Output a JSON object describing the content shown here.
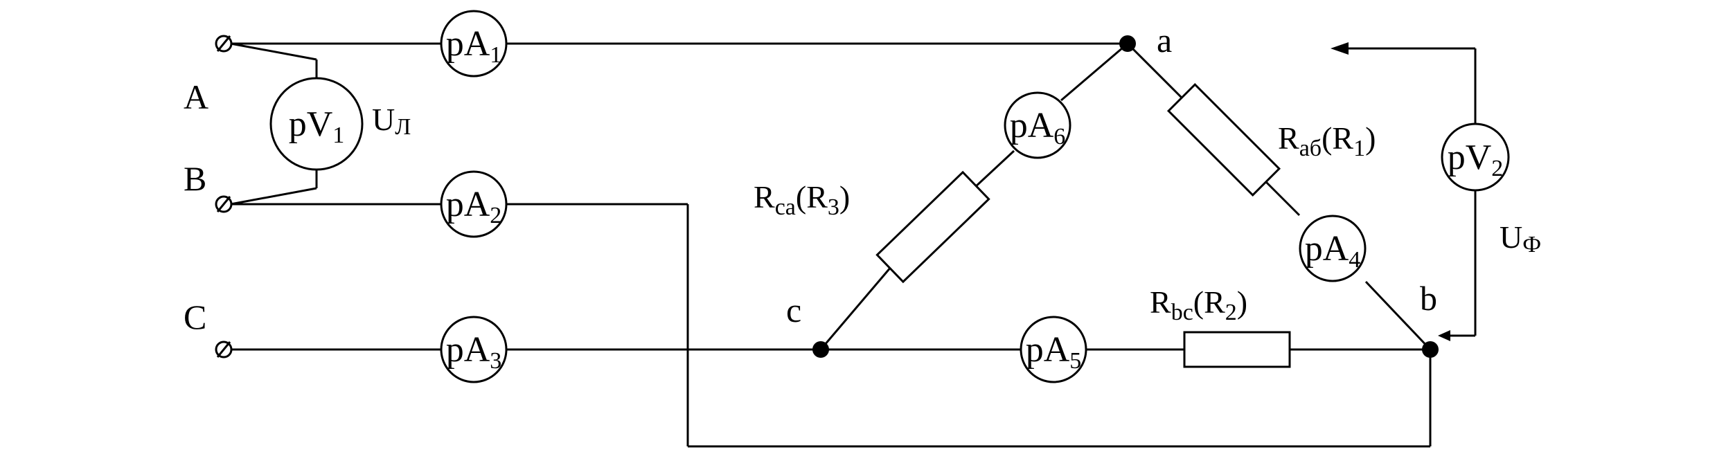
{
  "terminals": {
    "A": "A",
    "B": "B",
    "C": "C"
  },
  "nodes": {
    "a": "a",
    "b": "b",
    "c": "c"
  },
  "meters": {
    "pA1": {
      "base": "pA",
      "sub": "1"
    },
    "pA2": {
      "base": "pA",
      "sub": "2"
    },
    "pA3": {
      "base": "pA",
      "sub": "3"
    },
    "pA4": {
      "base": "pA",
      "sub": "4"
    },
    "pA5": {
      "base": "pA",
      "sub": "5"
    },
    "pA6": {
      "base": "pA",
      "sub": "6"
    },
    "pV1": {
      "base": "pV",
      "sub": "1"
    },
    "pV2": {
      "base": "pV",
      "sub": "2"
    }
  },
  "resistors": {
    "ab": {
      "name": "R",
      "sub": "аб",
      "paren": "(R",
      "psub": "1",
      "close": ")"
    },
    "bc": {
      "name": "R",
      "sub": "bc",
      "paren": "(R",
      "psub": "2",
      "close": ")"
    },
    "ca": {
      "name": "R",
      "sub": "ca",
      "paren": "(R",
      "psub": "3",
      "close": ")"
    }
  },
  "voltages": {
    "line": {
      "name": "U",
      "sub": "Л"
    },
    "phase": {
      "name": "U",
      "sub": "Ф"
    }
  }
}
